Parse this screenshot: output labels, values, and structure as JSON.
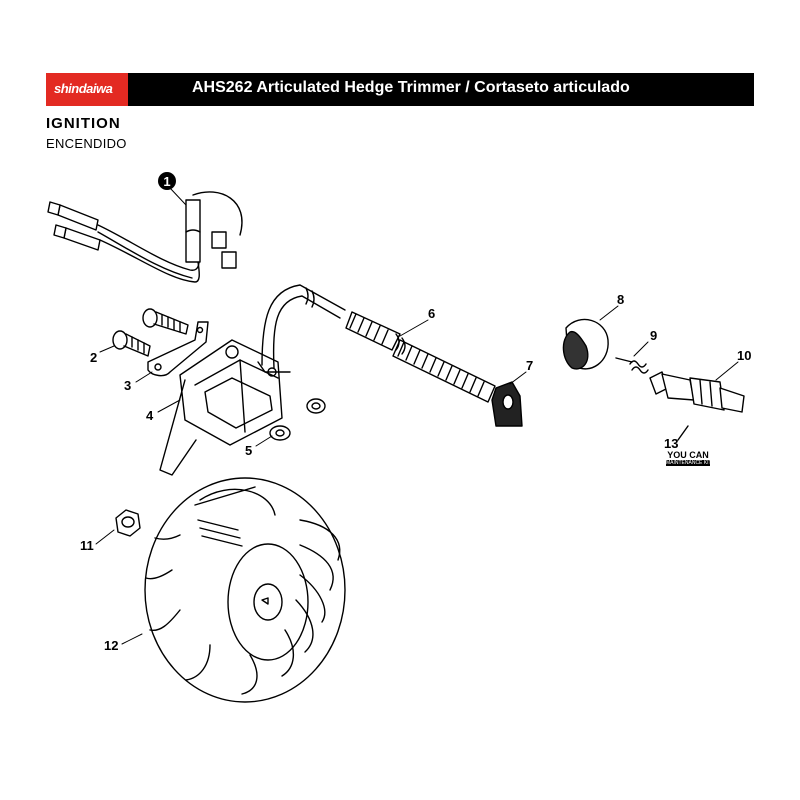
{
  "header": {
    "brand": "shindaiwa",
    "title": "AHS262 Articulated Hedge Trimmer / Cortaseto articulado",
    "brand_color": "#e32a22"
  },
  "section": {
    "title": "IGNITION",
    "subtitle": "ENCENDIDO"
  },
  "callouts": [
    {
      "id": "1",
      "label": "1"
    },
    {
      "id": "2",
      "label": "2"
    },
    {
      "id": "3",
      "label": "3"
    },
    {
      "id": "4",
      "label": "4"
    },
    {
      "id": "5",
      "label": "5"
    },
    {
      "id": "6",
      "label": "6"
    },
    {
      "id": "7",
      "label": "7"
    },
    {
      "id": "8",
      "label": "8"
    },
    {
      "id": "9",
      "label": "9"
    },
    {
      "id": "10",
      "label": "10"
    },
    {
      "id": "11",
      "label": "11"
    },
    {
      "id": "12",
      "label": "12"
    },
    {
      "id": "13",
      "label": "13"
    }
  ],
  "kit_badge": {
    "line1": "YOU CAN",
    "line2": "MAINTENANCE KIT"
  }
}
